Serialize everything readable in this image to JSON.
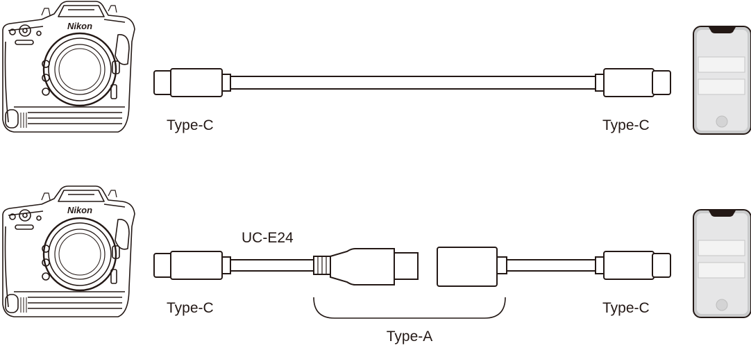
{
  "rows": [
    {
      "camera_brand": "Nikon",
      "left_connector": "Type-C",
      "right_connector": "Type-C"
    },
    {
      "camera_brand": "Nikon",
      "left_connector": "Type-C",
      "cable_name": "UC-E24",
      "adapter_connector": "Type-A",
      "right_connector": "Type-C"
    }
  ]
}
